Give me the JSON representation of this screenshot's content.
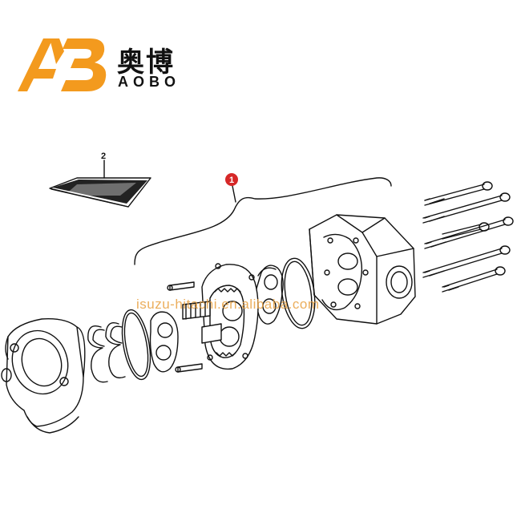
{
  "logo": {
    "mark": "AB",
    "name_cn": "奥博",
    "name_en": "AOBO",
    "accent_color": "#f39a1e"
  },
  "diagram": {
    "callouts": [
      {
        "label": "2"
      },
      {
        "label": "1"
      }
    ],
    "callout_color": "#d62828",
    "line_color": "#111111"
  },
  "watermark": {
    "text": "isuzu-hitachi.en.alibaba.com"
  }
}
